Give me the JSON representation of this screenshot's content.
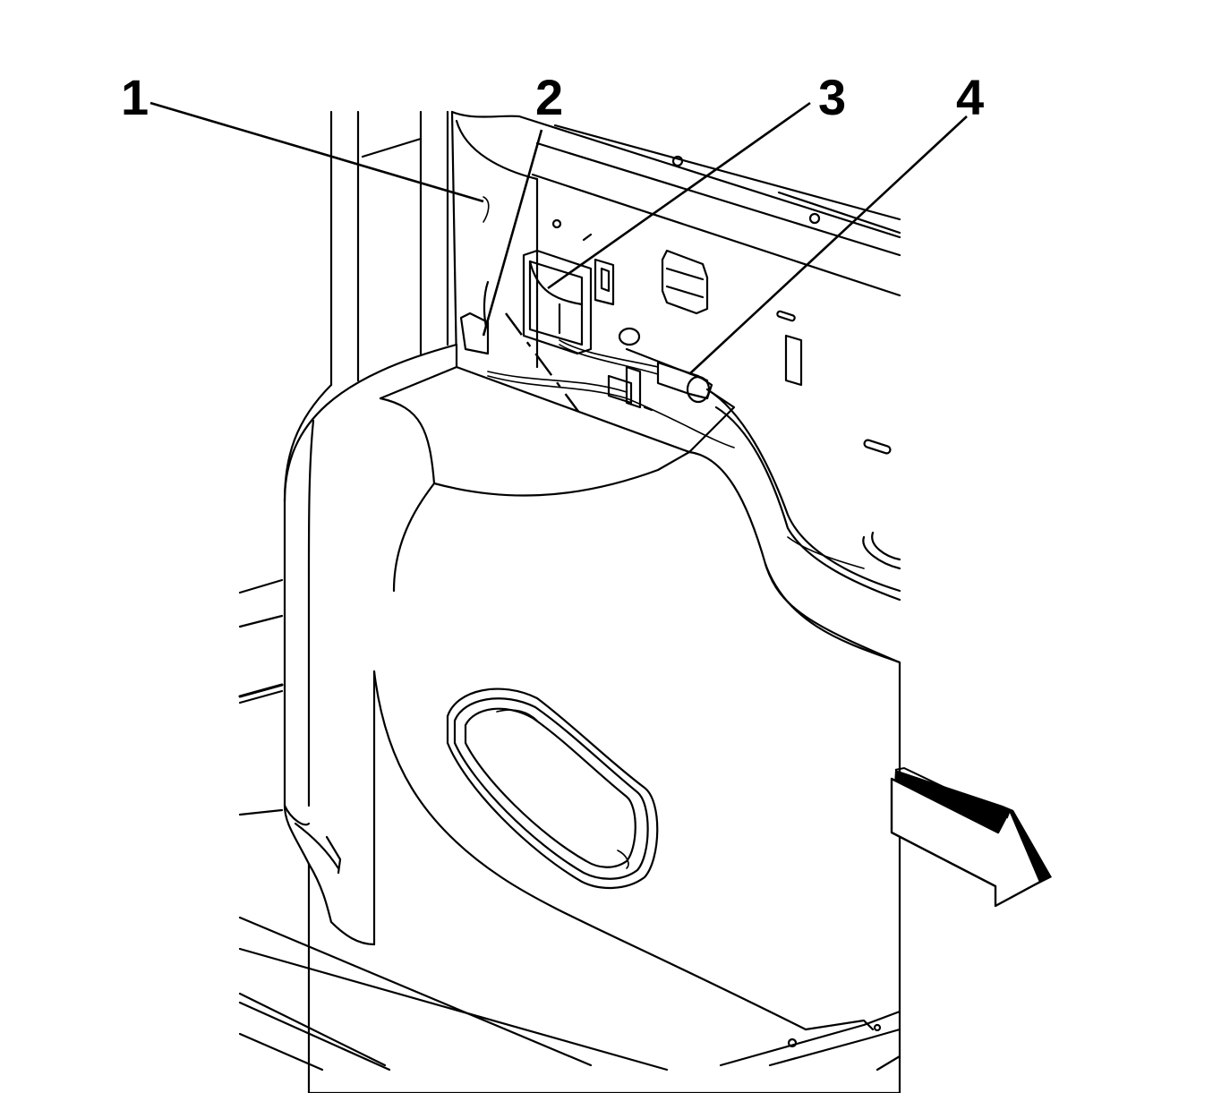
{
  "callouts": [
    {
      "id": "1",
      "label": "1"
    },
    {
      "id": "2",
      "label": "2"
    },
    {
      "id": "3",
      "label": "3"
    },
    {
      "id": "4",
      "label": "4"
    }
  ],
  "view_arrow_icon": "direction-arrow-icon",
  "colors": {
    "line": "#000000",
    "background": "#ffffff"
  }
}
